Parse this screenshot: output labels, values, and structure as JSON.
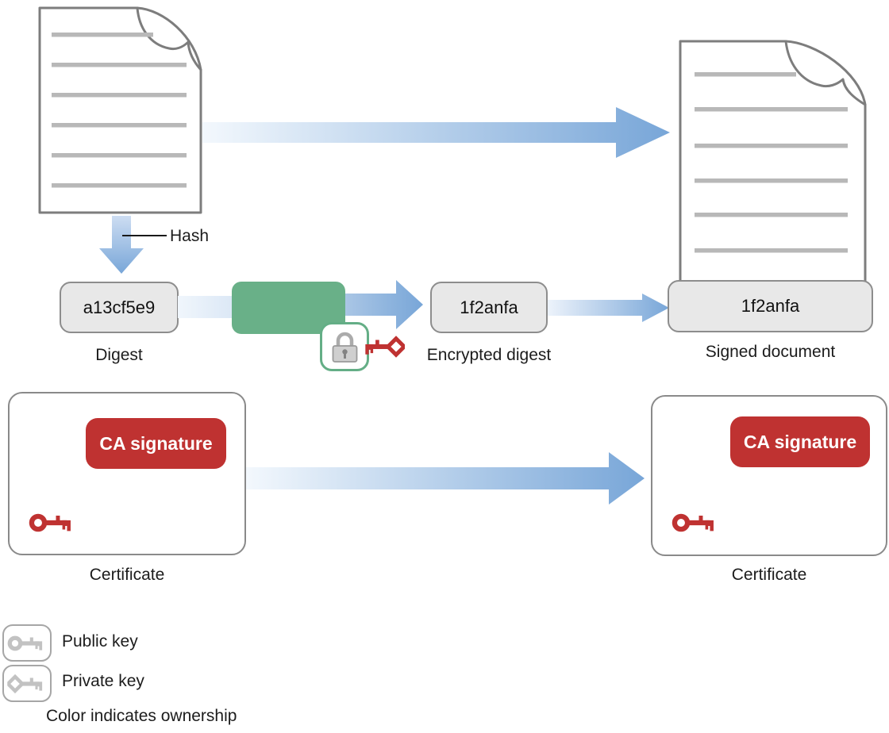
{
  "palette": {
    "arrow_blue": "#7aa7d9",
    "cipher_green": "#69b088",
    "owner_red": "#bf3231"
  },
  "hash_flow": {
    "hash_arrow_label": "Hash",
    "digest_value": "a13cf5e9",
    "digest_label": "Digest",
    "encrypted_value": "1f2anfa",
    "encrypted_label": "Encrypted digest",
    "signed_value": "1f2anfa",
    "signed_label": "Signed document"
  },
  "certificates": {
    "left": {
      "badge_label": "CA signature",
      "caption": "Certificate"
    },
    "right": {
      "badge_label": "CA signature",
      "caption": "Certificate"
    }
  },
  "legend": {
    "public_key_label": "Public key",
    "private_key_label": "Private key",
    "ownership_note": "Color indicates ownership"
  }
}
